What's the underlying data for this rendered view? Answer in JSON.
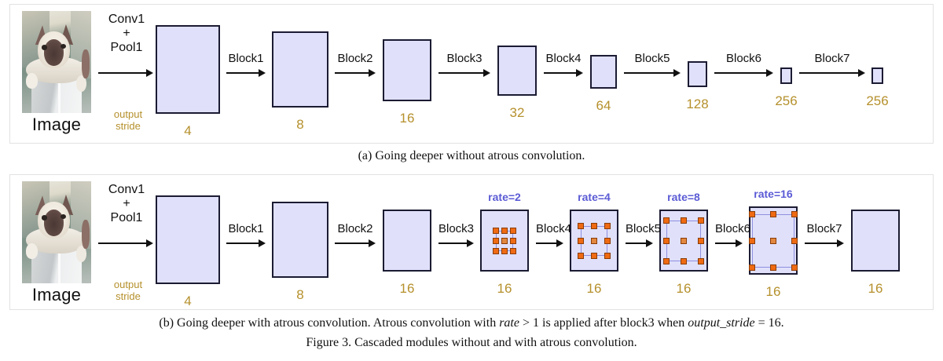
{
  "figure": {
    "caption_a": "(a) Going deeper without atrous convolution.",
    "caption_b_prefix": "(b) Going deeper with atrous convolution. Atrous convolution with ",
    "caption_b_rate": "rate",
    "caption_b_mid": " > 1 is applied after block3 when ",
    "caption_b_os": "output_stride",
    "caption_b_suffix": " = 16.",
    "caption_figure": "Figure 3. Cascaded modules without and with atrous convolution.",
    "colors": {
      "block_fill": "#e0e0fa",
      "block_border": "#1b1b33",
      "stride_text": "#b5902c",
      "rate_text": "#5b5bd6",
      "dot_fill": "#ef6a12",
      "panel_border": "#e2e2e2"
    }
  },
  "panel_a": {
    "image_label": "Image",
    "conv_label": "Conv1\n+\nPool1",
    "output_stride_label": "output\nstride",
    "arrows": [
      {
        "label": "Block1"
      },
      {
        "label": "Block2"
      },
      {
        "label": "Block3"
      },
      {
        "label": "Block4"
      },
      {
        "label": "Block5"
      },
      {
        "label": "Block6"
      },
      {
        "label": "Block7"
      }
    ],
    "blocks": [
      {
        "stride": "4"
      },
      {
        "stride": "8"
      },
      {
        "stride": "16"
      },
      {
        "stride": "32"
      },
      {
        "stride": "64"
      },
      {
        "stride": "128"
      },
      {
        "stride": "256"
      },
      {
        "stride": "256"
      }
    ]
  },
  "panel_b": {
    "image_label": "Image",
    "conv_label": "Conv1\n+\nPool1",
    "output_stride_label": "output\nstride",
    "arrows": [
      {
        "label": "Block1"
      },
      {
        "label": "Block2"
      },
      {
        "label": "Block3"
      },
      {
        "label": "Block4"
      },
      {
        "label": "Block5"
      },
      {
        "label": "Block6"
      },
      {
        "label": "Block7"
      }
    ],
    "blocks": [
      {
        "stride": "4",
        "rate": null
      },
      {
        "stride": "8",
        "rate": null
      },
      {
        "stride": "16",
        "rate": null
      },
      {
        "stride": "16",
        "rate": "rate=2"
      },
      {
        "stride": "16",
        "rate": "rate=4"
      },
      {
        "stride": "16",
        "rate": "rate=8"
      },
      {
        "stride": "16",
        "rate": "rate=16"
      },
      {
        "stride": "16",
        "rate": null
      }
    ]
  },
  "chart_data": {
    "type": "diagram",
    "title": "Figure 3. Cascaded modules without and with atrous convolution.",
    "panels": [
      {
        "id": "a",
        "caption": "(a) Going deeper without atrous convolution.",
        "stages": [
          "Image",
          "Conv1 + Pool1",
          "Block1",
          "Block2",
          "Block3",
          "Block4",
          "Block5",
          "Block6",
          "Block7"
        ],
        "output_stride": [
          4,
          8,
          16,
          32,
          64,
          128,
          256,
          256
        ],
        "rates": [
          null,
          null,
          null,
          null,
          null,
          null,
          null,
          null
        ]
      },
      {
        "id": "b",
        "caption": "(b) Going deeper with atrous convolution. Atrous convolution with rate > 1 is applied after block3 when output_stride = 16.",
        "stages": [
          "Image",
          "Conv1 + Pool1",
          "Block1",
          "Block2",
          "Block3",
          "Block4",
          "Block5",
          "Block6",
          "Block7"
        ],
        "output_stride": [
          4,
          8,
          16,
          16,
          16,
          16,
          16,
          16
        ],
        "rates": [
          null,
          null,
          null,
          2,
          4,
          8,
          16,
          null
        ]
      }
    ]
  }
}
